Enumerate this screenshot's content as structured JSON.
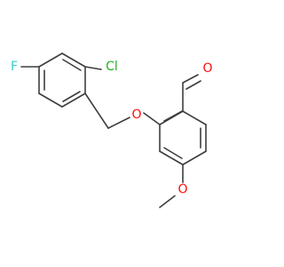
{
  "molecule": {
    "atoms": {
      "fluorine": {
        "label": "F",
        "color": "#33cccc"
      },
      "chlorine": {
        "label": "Cl",
        "color": "#1fb31f"
      },
      "ether_oxygen": {
        "label": "O",
        "color": "#ff0d0d"
      },
      "aldehyde_oxygen": {
        "label": "O",
        "color": "#ff0d0d"
      },
      "methoxy_oxygen": {
        "label": "O",
        "color": "#ff0d0d"
      }
    },
    "bond_color": "#3d3d3d"
  }
}
